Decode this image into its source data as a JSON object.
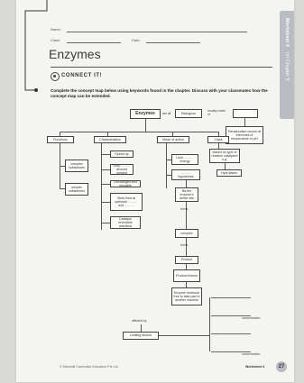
{
  "header": {
    "name_label": "Name:",
    "class_label": "Class:",
    "date_label": "Date:",
    "side_tab_title": "Worksheet 4",
    "side_tab_subtitle": "for Chapter 5"
  },
  "title": "Enzymes",
  "connect_label": "CONNECT IT!",
  "instructions": "Complete the concept map below using keywords found in the chapter. Discuss with your classmates how the concept map can be extended.",
  "concept_map": {
    "enzymes": "Enzymes",
    "are_all": "are all",
    "biological": "Biological",
    "usually_made_of": "usually made of",
    "denaturation": "Denaturation occurs at extremes of temperature or pH",
    "functions": "Functions",
    "characteristics": "Characteristics",
    "mode_of_action": "Mode of action",
    "class": "Class",
    "complex_substances": "complex substances",
    "simpler_substances": "simpler substances",
    "speed_up": "Speed up",
    "only_amount_needed": "Only ……… amount needed",
    "unchanged": "Unchanged and reusable",
    "work_best_temp": "Work best at optimum ……… and ………",
    "catalyse_reversible": "Catalyse reversible reactions",
    "lock": "Lock ……… energy",
    "hypothesis": "……… hypothesis",
    "based_on_type": "Based on type of reaction catalysed e.g.",
    "hydrolases": "Hydrolases",
    "fits_active_site": "fits the enzyme's active site",
    "complex": "complex",
    "product": "Product",
    "product_leaves": "Product leaves",
    "enzyme_reused": "Enzyme molecule free to take part in another reaction",
    "affected_by": "affected by",
    "limiting_factors": "Limiting factors",
    "concentration_1": "concentration",
    "concentration_2": "concentration",
    "forms_1": "forms",
    "forms_2": "forms"
  },
  "footer": {
    "copyright": "© Marshall Cavendish Education Pte Ltd",
    "worksheet": "Worksheet 4",
    "page_number": "27"
  }
}
